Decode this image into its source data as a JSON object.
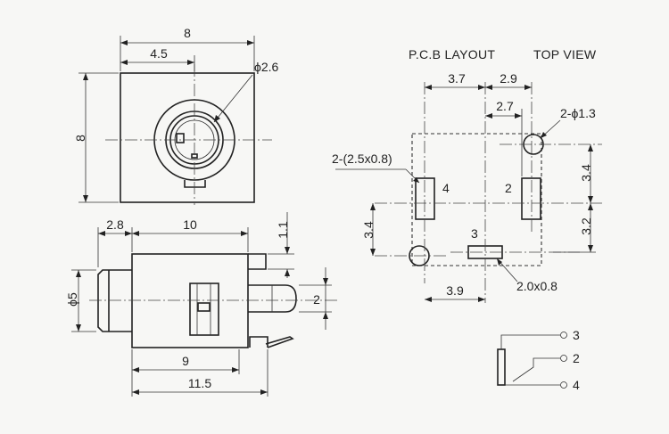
{
  "pcb_view": {
    "title": "P.C.B LAYOUT",
    "subtitle": "TOP VIEW",
    "dims": {
      "top_left_width": "3.7",
      "top_right_width": "2.9",
      "inner_offset": "2.7",
      "hole_callout": "2-ϕ1.3",
      "right_upper": "3.4",
      "right_lower": "3.2",
      "left_height": "3.4",
      "bottom_width": "3.9",
      "slot_callout_left": "2-(2.5x0.8)",
      "slot_callout_bottom": "2.0x0.8"
    },
    "pin_labels": {
      "pin2": "2",
      "pin3": "3",
      "pin4": "4"
    }
  },
  "front_view": {
    "width": "8",
    "offset": "4.5",
    "hole": "ϕ2.6",
    "height": "8"
  },
  "side_view": {
    "shell_depth": "2.8",
    "body_length": "10",
    "tab_height": "1.1",
    "barrel_dia": "ϕ5",
    "pin_dim": "2",
    "length_9": "9",
    "length_11_5": "11.5"
  },
  "schematic": {
    "pin3": "3",
    "pin2": "2",
    "pin4": "4"
  }
}
